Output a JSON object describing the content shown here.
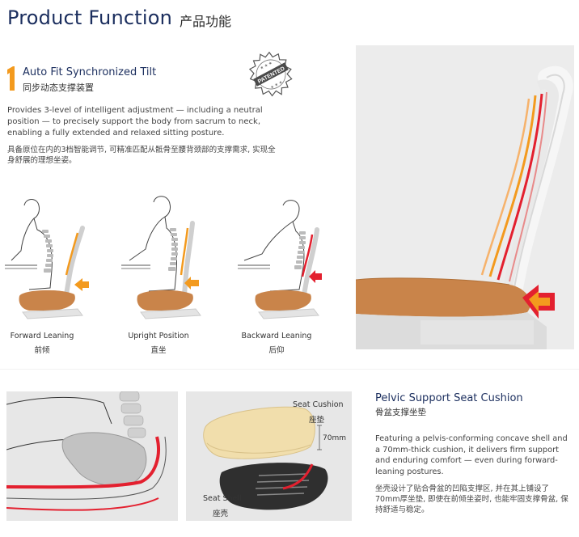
{
  "header": {
    "title_en": "Product Function",
    "title_cn": "产品功能"
  },
  "feature1": {
    "number": "1",
    "title": "Auto Fit Synchronized Tilt",
    "subtitle": "同步动态支撑装置",
    "badge": "PATENTED",
    "desc_en": "Provides 3-level of intelligent adjustment — including a neutral position — to precisely support the body from sacrum to neck, enabling a fully extended and relaxed sitting posture.",
    "desc_cn": "具备原位在内的3档智能调节, 可精准匹配从骶骨至腰背颈部的支撑需求, 实现全身舒展的理想坐姿。",
    "poses": [
      {
        "en": "Forward Leaning",
        "cn": "前倾"
      },
      {
        "en": "Upright Position",
        "cn": "直坐"
      },
      {
        "en": "Backward Leaning",
        "cn": "后仰"
      }
    ]
  },
  "pelvic": {
    "title": "Pelvic Support Seat Cushion",
    "subtitle": "骨盆支撑坐垫",
    "desc_en": "Featuring a pelvis-conforming concave shell and a 70mm-thick cushion, it delivers firm support and enduring comfort — even during forward-leaning postures.",
    "desc_cn": "坐壳设计了贴合骨盆的凹陷支撑区, 并在其上铺设了70mm厚坐垫, 即使在前倾坐姿时, 也能牢固支撑骨盆, 保持舒适与稳定。",
    "cushion_label_en": "Seat Cushion",
    "cushion_label_cn": "座垫",
    "shell_label_en": "Seat Shell",
    "shell_label_cn": "座壳",
    "thickness": "70mm"
  },
  "colors": {
    "navy": "#1b2e5e",
    "orange": "#f39a1e",
    "red": "#e3202f",
    "seat": "#c9844a"
  }
}
